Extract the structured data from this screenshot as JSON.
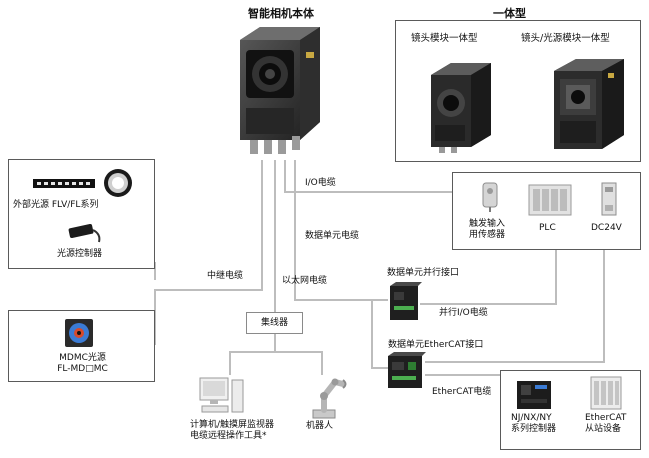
{
  "camera_body": {
    "title": "智能相机本体"
  },
  "integrated": {
    "title": "一体型",
    "lens_module": "镜头模块一体型",
    "lens_light_module": "镜头/光源模块一体型"
  },
  "lighting": {
    "external_light": "外部光源 FLV/FL系列",
    "light_controller": "光源控制器"
  },
  "mdmc": {
    "line1": "MDMC光源",
    "line2": "FL-MD□MC"
  },
  "io_devices": {
    "sensor_line1": "触发输入",
    "sensor_line2": "用传感器",
    "plc": "PLC",
    "dc24v": "DC24V"
  },
  "cables": {
    "io": "I/O电缆",
    "data_unit": "数据单元电缆",
    "relay": "中继电缆",
    "ethernet": "以太网电缆",
    "parallel_io": "并行I/O电缆",
    "ethercat": "EtherCAT电缆"
  },
  "data_units": {
    "parallel": "数据单元并行接口",
    "ethercat": "数据单元EtherCAT接口"
  },
  "hub": "集线器",
  "pc": {
    "line1": "计算机/触摸屏监视器",
    "line2": "电缆远程操作工具*"
  },
  "robot": "机器人",
  "nj_controller": {
    "line1": "NJ/NX/NY",
    "line2": "系列控制器"
  },
  "ethercat_slave": {
    "line1": "EtherCAT",
    "line2": "从站设备"
  }
}
